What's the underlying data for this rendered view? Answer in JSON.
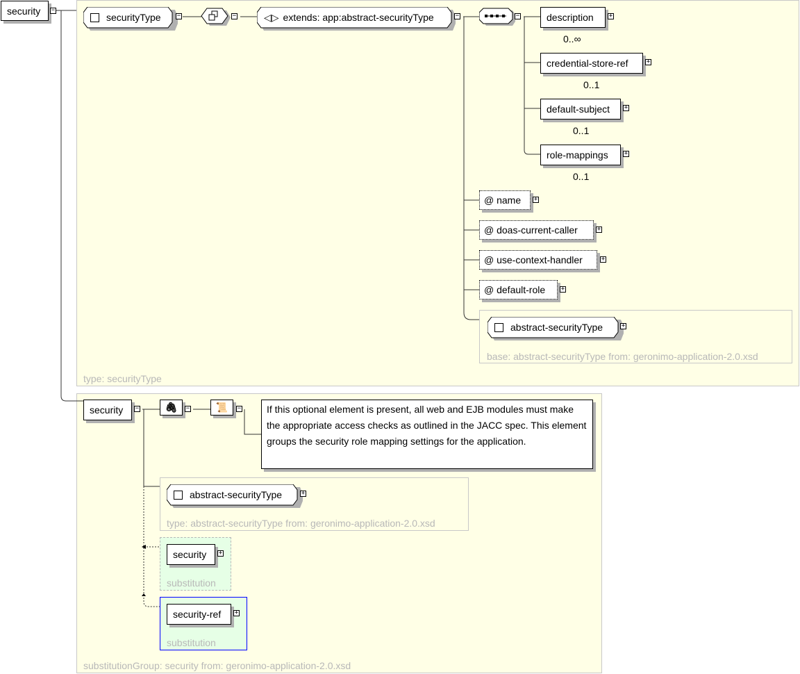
{
  "root": {
    "label": "security"
  },
  "top": {
    "type_caption": "type: securityType",
    "complex_type": "securityType",
    "extends": "extends: app:abstract-securityType",
    "sequence": [
      {
        "label": "description",
        "occurs": "0..∞"
      },
      {
        "label": "credential-store-ref",
        "occurs": "0..1"
      },
      {
        "label": "default-subject",
        "occurs": "0..1"
      },
      {
        "label": "role-mappings",
        "occurs": "0..1"
      }
    ],
    "attributes": [
      "@ name",
      "@ doas-current-caller",
      "@ use-context-handler",
      "@ default-role"
    ],
    "base_type": "abstract-securityType",
    "base_caption": "base: abstract-securityType from: geronimo-application-2.0.xsd"
  },
  "bottom": {
    "element": "security",
    "documentation": "If this optional element is present, all web and EJB modules must make the appropriate access checks as outlined in the JACC spec. This element groups the security role mapping settings for the application.",
    "type_name": "abstract-securityType",
    "type_caption": "type: abstract-securityType from: geronimo-application-2.0.xsd",
    "substitutions": [
      {
        "label": "security",
        "caption": "substitution"
      },
      {
        "label": "security-ref",
        "caption": "substitution"
      }
    ],
    "group_caption": "substitutionGroup: security from: geronimo-application-2.0.xsd"
  },
  "colors": {
    "panel": "#ffffe6",
    "substitution": "#e6ffe6",
    "selected_border": "#0000ff"
  }
}
